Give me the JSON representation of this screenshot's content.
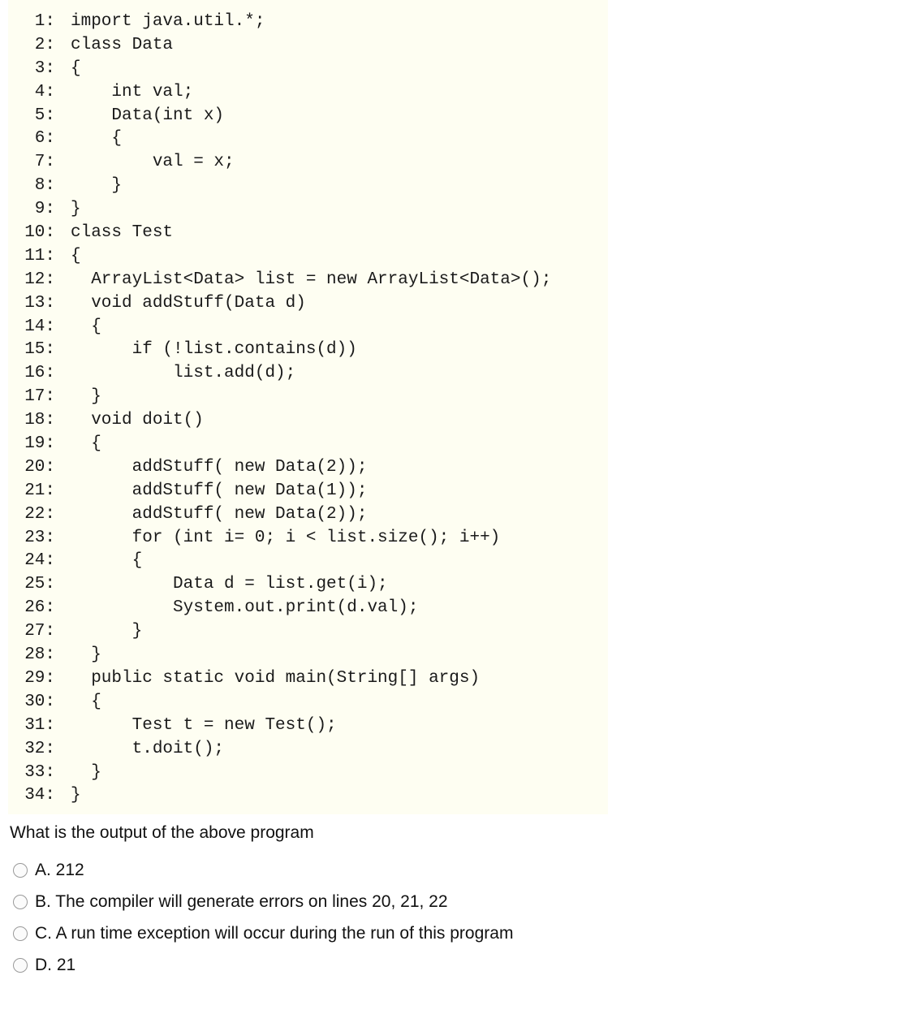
{
  "code": {
    "lines": [
      {
        "num": "1:",
        "code": "import java.util.*;"
      },
      {
        "num": "2:",
        "code": "class Data"
      },
      {
        "num": "3:",
        "code": "{"
      },
      {
        "num": "4:",
        "code": "    int val;"
      },
      {
        "num": "5:",
        "code": "    Data(int x)"
      },
      {
        "num": "6:",
        "code": "    {"
      },
      {
        "num": "7:",
        "code": "        val = x;"
      },
      {
        "num": "8:",
        "code": "    }"
      },
      {
        "num": "9:",
        "code": "}"
      },
      {
        "num": "10:",
        "code": "class Test"
      },
      {
        "num": "11:",
        "code": "{"
      },
      {
        "num": "12:",
        "code": "  ArrayList<Data> list = new ArrayList<Data>();"
      },
      {
        "num": "13:",
        "code": "  void addStuff(Data d)"
      },
      {
        "num": "14:",
        "code": "  {"
      },
      {
        "num": "15:",
        "code": "      if (!list.contains(d))"
      },
      {
        "num": "16:",
        "code": "          list.add(d);"
      },
      {
        "num": "17:",
        "code": "  }"
      },
      {
        "num": "18:",
        "code": "  void doit()"
      },
      {
        "num": "19:",
        "code": "  {"
      },
      {
        "num": "20:",
        "code": "      addStuff( new Data(2));"
      },
      {
        "num": "21:",
        "code": "      addStuff( new Data(1));"
      },
      {
        "num": "22:",
        "code": "      addStuff( new Data(2));"
      },
      {
        "num": "23:",
        "code": "      for (int i= 0; i < list.size(); i++)"
      },
      {
        "num": "24:",
        "code": "      {"
      },
      {
        "num": "25:",
        "code": "          Data d = list.get(i);"
      },
      {
        "num": "26:",
        "code": "          System.out.print(d.val);"
      },
      {
        "num": "27:",
        "code": "      }"
      },
      {
        "num": "28:",
        "code": "  }"
      },
      {
        "num": "29:",
        "code": "  public static void main(String[] args)"
      },
      {
        "num": "30:",
        "code": "  {"
      },
      {
        "num": "31:",
        "code": "      Test t = new Test();"
      },
      {
        "num": "32:",
        "code": "      t.doit();"
      },
      {
        "num": "33:",
        "code": "  }"
      },
      {
        "num": "34:",
        "code": "}"
      }
    ]
  },
  "question": {
    "text": "What is the output of the above program"
  },
  "options": [
    {
      "label": "A. 212"
    },
    {
      "label": "B. The compiler will generate errors on lines 20, 21, 22"
    },
    {
      "label": "C. A run time exception will occur during the run of this program"
    },
    {
      "label": "D. 21"
    }
  ],
  "colors": {
    "code_background": "#fefef2",
    "text": "#111111",
    "radio_border": "#9a9a9a"
  }
}
